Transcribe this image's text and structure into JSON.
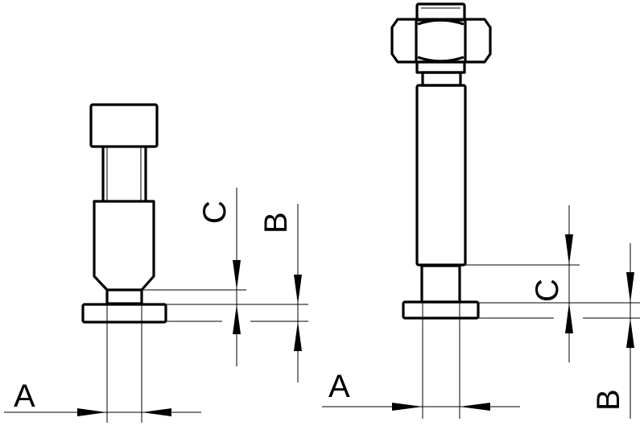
{
  "drawing": {
    "left_part": {
      "dimension_labels": {
        "a": "A",
        "b": "B",
        "c": "C"
      }
    },
    "right_part": {
      "dimension_labels": {
        "a": "A",
        "b": "B",
        "c": "C"
      }
    }
  },
  "colors": {
    "line": "#000000",
    "background": "#ffffff"
  }
}
